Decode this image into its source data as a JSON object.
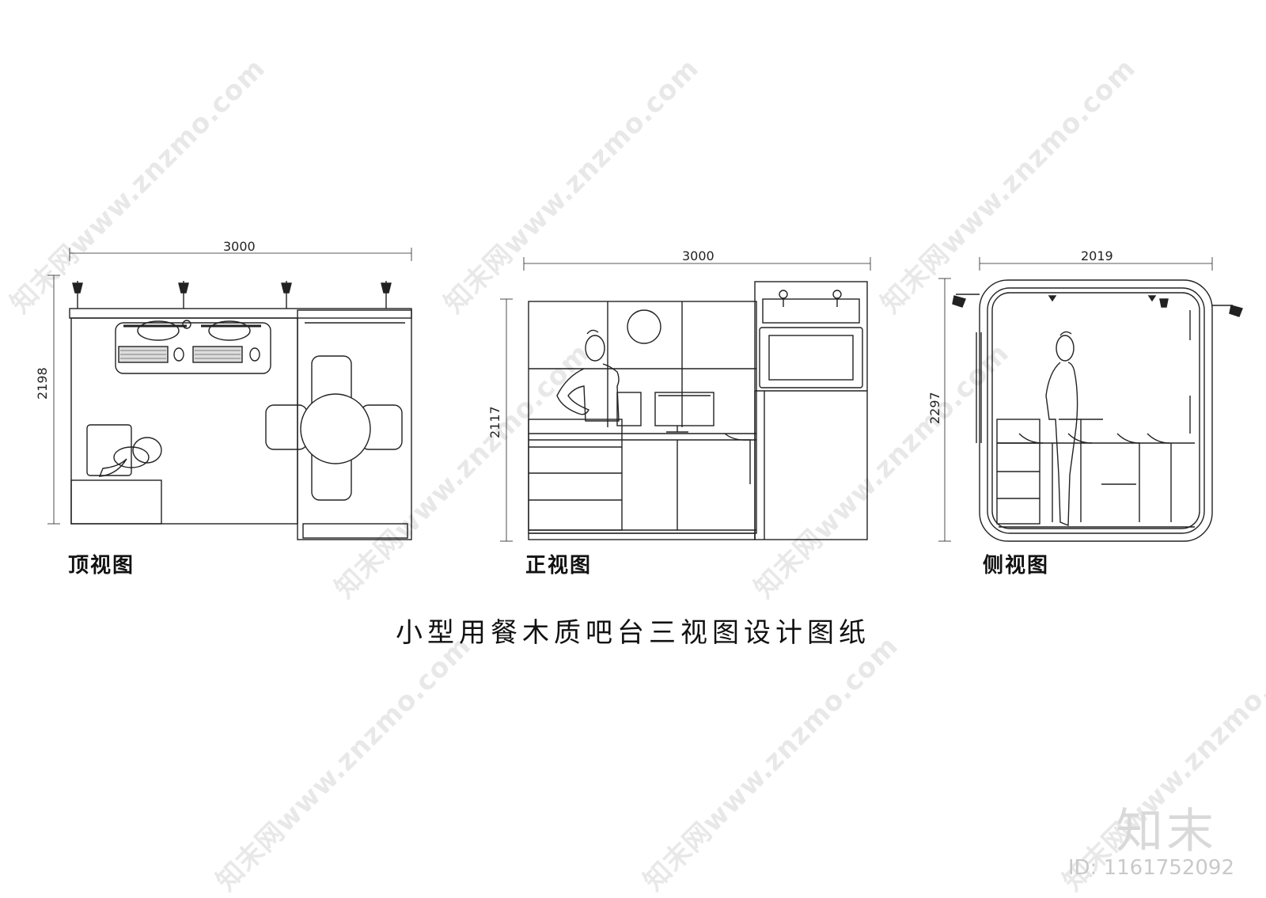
{
  "title": "小型用餐木质吧台三视图设计图纸",
  "views": {
    "top": {
      "label": "顶视图",
      "width_dim": "3000",
      "height_dim": "2198"
    },
    "front": {
      "label": "正视图",
      "width_dim": "3000",
      "height_dim": "2117"
    },
    "side": {
      "label": "侧视图",
      "width_dim": "2019",
      "height_dim": "2297"
    }
  },
  "watermark": {
    "text": "知末网www.znzmo.com"
  },
  "brand": {
    "logo": "知末",
    "id": "ID: 1161752092"
  }
}
